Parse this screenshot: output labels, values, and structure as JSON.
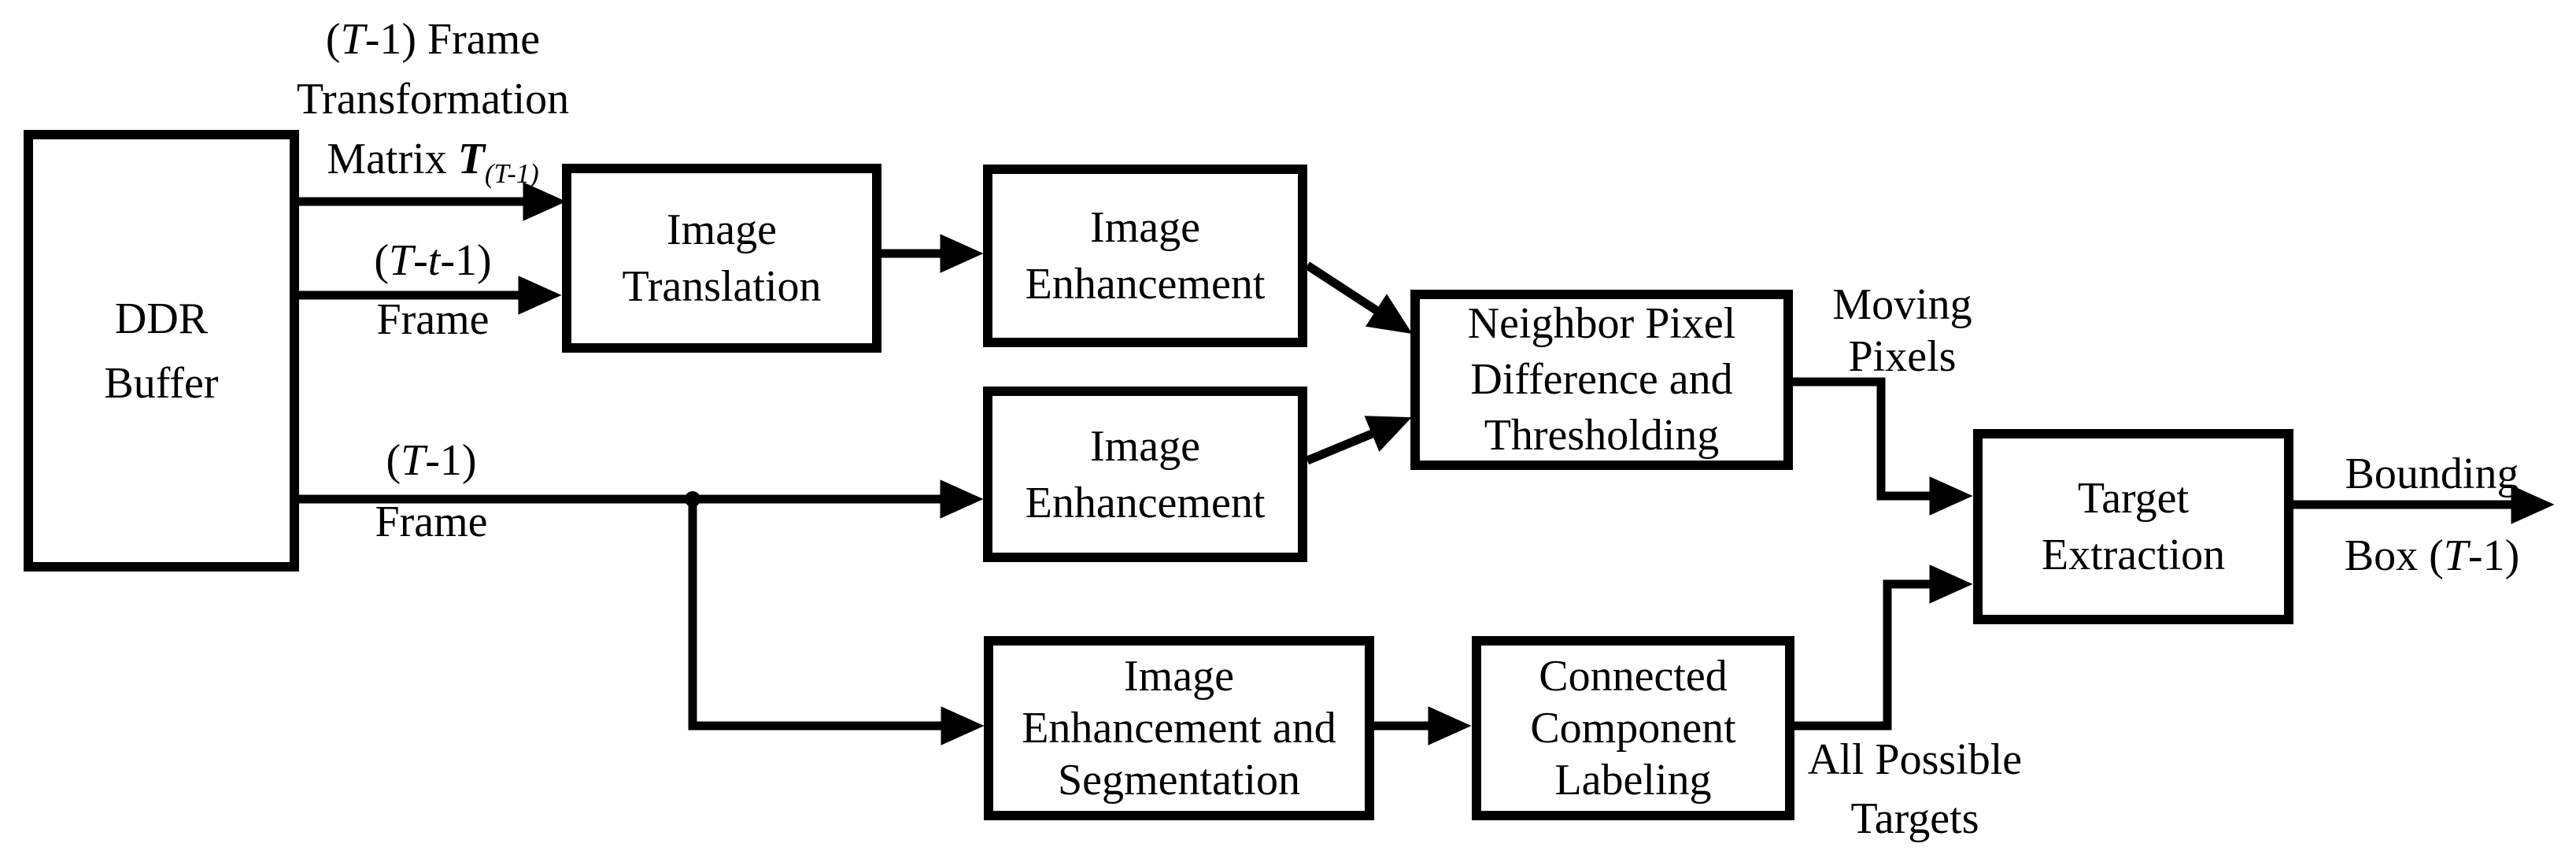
{
  "diagram": {
    "type": "block-flowchart",
    "background_color": "#ffffff",
    "line_color": "#000000",
    "boxes": [
      {
        "id": "ddr-buffer",
        "label": "DDR\nBuffer"
      },
      {
        "id": "image-translation",
        "label": "Image\nTranslation"
      },
      {
        "id": "image-enhancement-top",
        "label": "Image\nEnhancement"
      },
      {
        "id": "neighbor-pixel-difference",
        "label": "Neighbor Pixel\nDifference and\nThresholding"
      },
      {
        "id": "image-enhancement-mid",
        "label": "Image\nEnhancement"
      },
      {
        "id": "image-enhancement-segmentation",
        "label": "Image\nEnhancement and\nSegmentation"
      },
      {
        "id": "connected-component-labeling",
        "label": "Connected\nComponent\nLabeling"
      },
      {
        "id": "target-extraction",
        "label": "Target\nExtraction"
      }
    ],
    "wire_labels": {
      "transformation_matrix_html": "(<i>T</i>-1) Frame<br>Transformation<br>Matrix <b><i>T</i></b><sub><i>(T-1)</i></sub>",
      "t_t_1_frame_html": "(<i>T</i>-<i>t</i>-1)<br>Frame",
      "t_1_frame_html": "(<i>T</i>-1)<br>Frame",
      "moving_pixels": "Moving\nPixels",
      "all_possible_targets": "All Possible\nTargets",
      "bounding_line1": "Bounding",
      "bounding_line2_html": "Box (<i>T</i>-1)"
    },
    "connections": [
      "ddr-buffer -> image-translation (transformation matrix)",
      "ddr-buffer -> image-translation ((T-t-1) frame)",
      "image-translation -> image-enhancement-top",
      "image-enhancement-top -> neighbor-pixel-difference",
      "ddr-buffer -> image-enhancement-mid ((T-1) frame)",
      "image-enhancement-mid -> neighbor-pixel-difference",
      "ddr-buffer -> image-enhancement-segmentation (branch of (T-1) frame)",
      "image-enhancement-segmentation -> connected-component-labeling",
      "neighbor-pixel-difference -> target-extraction (moving pixels)",
      "connected-component-labeling -> target-extraction (all possible targets)",
      "target-extraction -> output (bounding box (T-1))"
    ]
  }
}
